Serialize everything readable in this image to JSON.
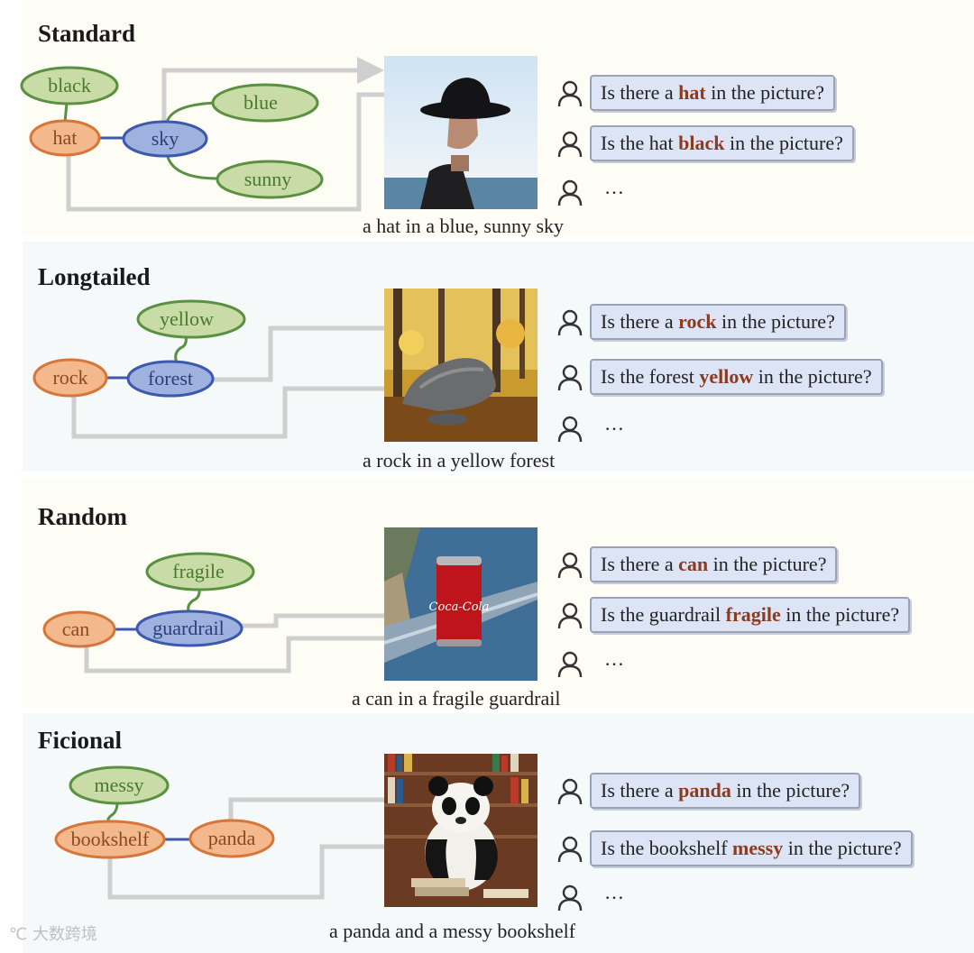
{
  "sections": [
    {
      "title": "Standard",
      "caption": "a hat in a blue, sunny sky",
      "nodes": {
        "n1": "black",
        "n2": "hat",
        "n3": "sky",
        "n4": "blue",
        "n5": "sunny"
      },
      "questions": [
        {
          "pre": "Is there a ",
          "hl": "hat",
          "post": " in the picture?"
        },
        {
          "pre": "Is the hat ",
          "hl": "black",
          "post": " in the picture?"
        }
      ],
      "ellipsis": "…"
    },
    {
      "title": "Longtailed",
      "caption": "a rock in a yellow forest",
      "nodes": {
        "n1": "yellow",
        "n2": "rock",
        "n3": "forest"
      },
      "questions": [
        {
          "pre": "Is there a ",
          "hl": "rock",
          "post": " in the picture?"
        },
        {
          "pre": "Is the forest ",
          "hl": "yellow",
          "post": " in the picture?"
        }
      ],
      "ellipsis": "…"
    },
    {
      "title": "Random",
      "caption": "a can in a fragile guardrail",
      "nodes": {
        "n1": "fragile",
        "n2": "can",
        "n3": "guardrail"
      },
      "questions": [
        {
          "pre": "Is there a ",
          "hl": "can",
          "post": " in the picture?"
        },
        {
          "pre": "Is the guardrail ",
          "hl": "fragile",
          "post": " in the picture?"
        }
      ],
      "ellipsis": "…"
    },
    {
      "title": "Ficional",
      "caption": "a panda and a messy bookshelf",
      "nodes": {
        "n1": "messy",
        "n2": "bookshelf",
        "n3": "panda"
      },
      "questions": [
        {
          "pre": "Is there a ",
          "hl": "panda",
          "post": " in the picture?"
        },
        {
          "pre": "Is the bookshelf ",
          "hl": "messy",
          "post": " in the picture?"
        }
      ],
      "ellipsis": "…"
    }
  ],
  "watermark": "大数跨境",
  "colors": {
    "attr_fill": "#c9dba6",
    "attr_stroke": "#5a9140",
    "obj_fill": "#f3b88c",
    "obj_stroke": "#d6763a",
    "scene_fill": "#9fb2df",
    "scene_stroke": "#3d59ad",
    "arrow": "#cfcfcf",
    "highlight": "#8c3a20",
    "qbox": "#dde4f5"
  }
}
